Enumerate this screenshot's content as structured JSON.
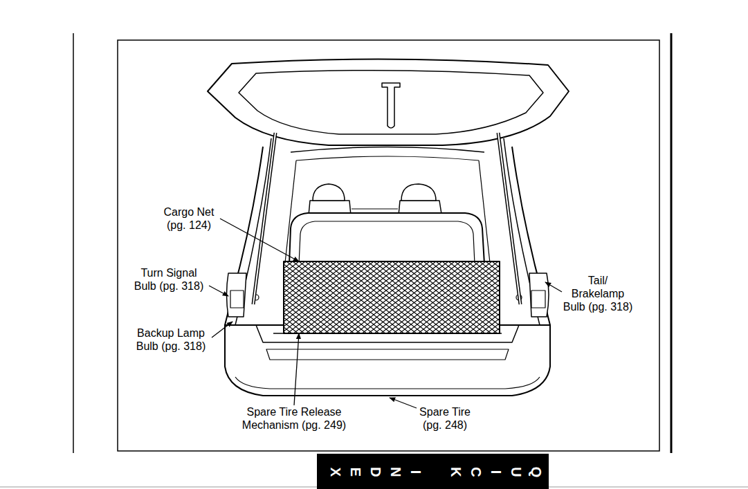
{
  "diagram": {
    "nodes": [
      {
        "text": [
          "QUICK INDEX"
        ]
      }
    ],
    "labels": [
      "Cargo Net (pg. 124)",
      "Turn Signal Bulb (pg. 318)",
      "Tail/ Brakelamp Bulb (pg. 318)",
      "Backup Lamp Bulb (pg. 318)",
      "Spare Tire Release Mechanism (pg. 249)",
      "Spare Tire (pg. 248)"
    ]
  }
}
